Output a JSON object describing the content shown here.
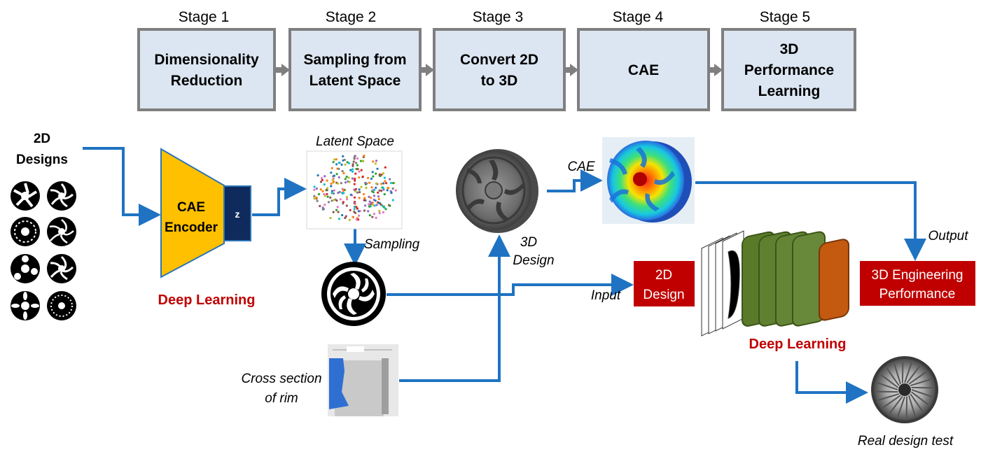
{
  "stages": [
    {
      "title": "Stage 1",
      "lines": [
        "Dimensionality",
        "Reduction"
      ]
    },
    {
      "title": "Stage 2",
      "lines": [
        "Sampling from",
        "Latent Space"
      ]
    },
    {
      "title": "Stage 3",
      "lines": [
        "Convert 2D",
        "to 3D"
      ]
    },
    {
      "title": "Stage 4",
      "lines": [
        "CAE"
      ]
    },
    {
      "title": "Stage 5",
      "lines": [
        "3D",
        "Performance",
        "Learning"
      ]
    }
  ],
  "inputs": {
    "line1": "2D",
    "line2": "Designs"
  },
  "encoder": {
    "line1": "CAE",
    "line2": "Encoder",
    "z": "z"
  },
  "deep_learning_left": "Deep Learning",
  "latent_space": "Latent Space",
  "sampling": "Sampling",
  "cross_section": {
    "line1": "Cross section",
    "line2": "of rim"
  },
  "design_3d": {
    "line1": "3D",
    "line2": "Design"
  },
  "cae_label": "CAE",
  "input_label": "Input",
  "box_2d_design": {
    "line1": "2D",
    "line2": "Design"
  },
  "output_label": "Output",
  "box_3d_perf": {
    "line1": "3D Engineering",
    "line2": "Performance"
  },
  "deep_learning_right": "Deep Learning",
  "real_design_test": "Real design test",
  "colors": {
    "stage_fill": "#dce6f2",
    "stage_stroke": "#7f7f7f",
    "arrow": "#1f73c2",
    "encoder": "#ffc000",
    "z_box": "#0f2a5c",
    "red_box": "#c00000",
    "red_text": "#c00000"
  }
}
